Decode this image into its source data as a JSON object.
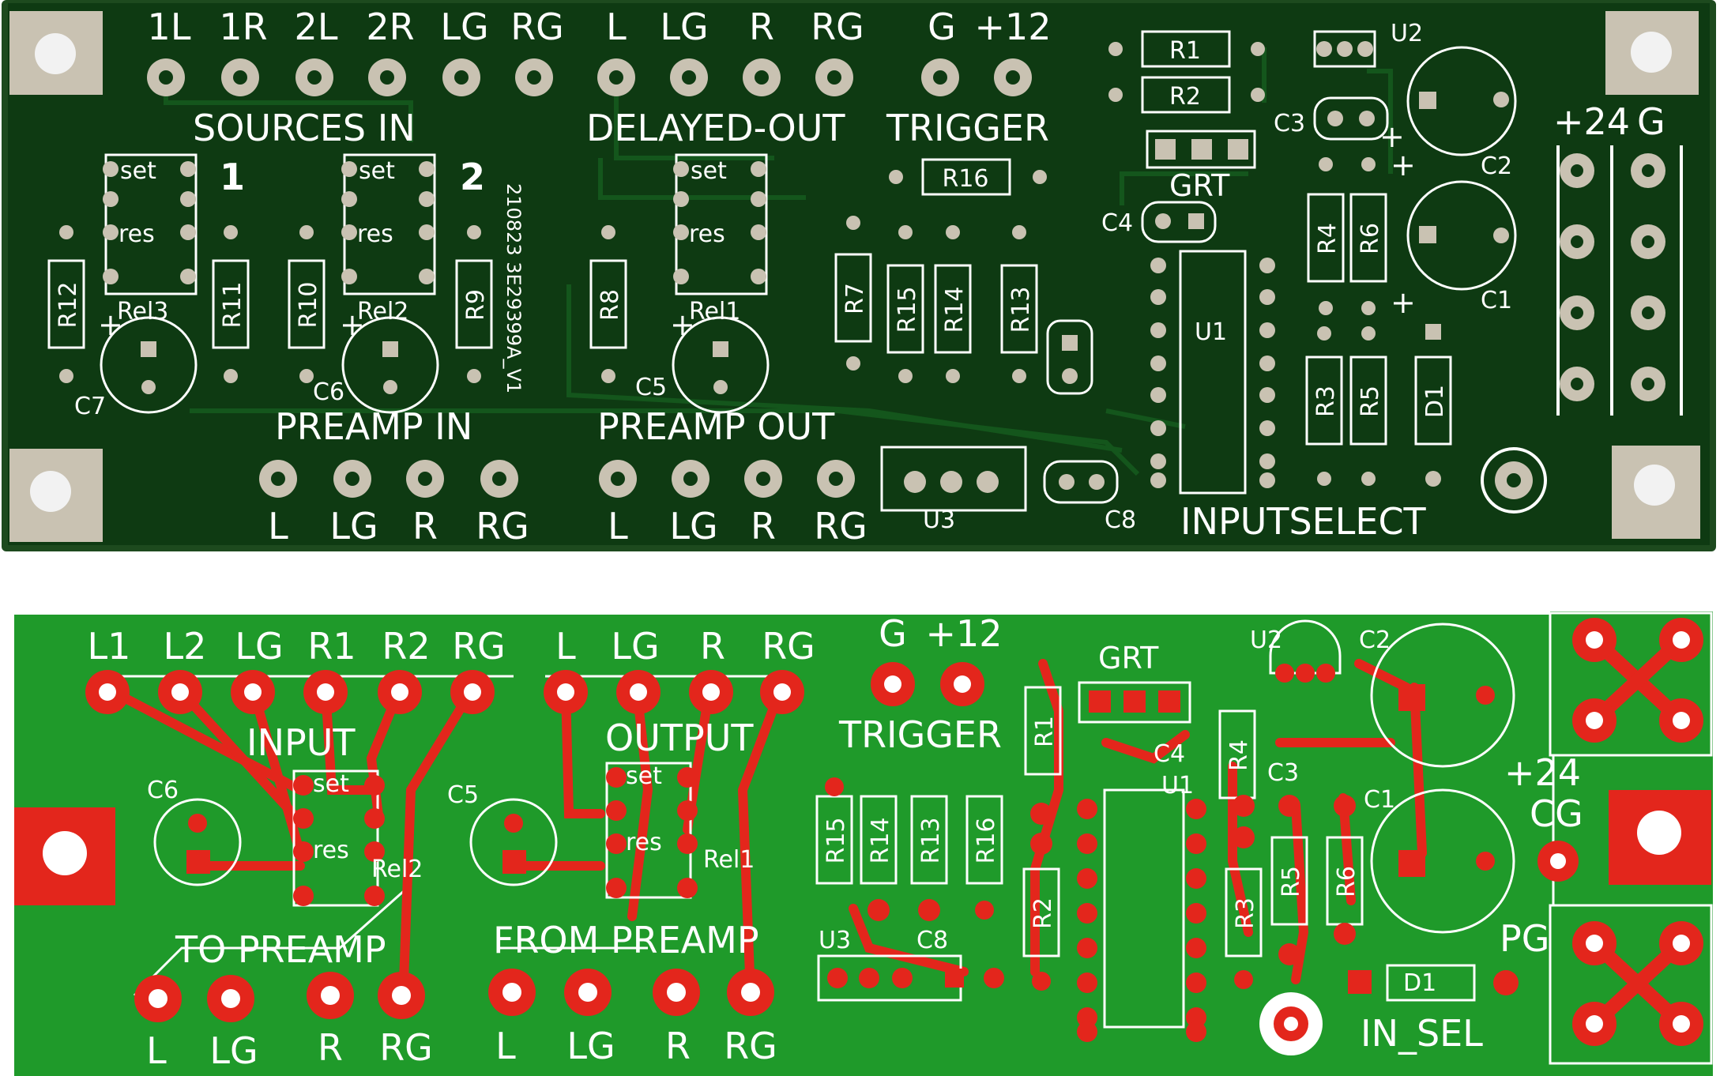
{
  "colors": {
    "board1_soldermask": "#0e3a12",
    "board1_edge": "#1d4a1e",
    "board1_pad": "#c9c2b2",
    "board2_soldermask": "#1f9a2a",
    "board2_pad": "#e3261c",
    "silkscreen": "#ffffff",
    "background": "#ffffff"
  },
  "board1": {
    "top_pin_labels": [
      "1L",
      "1R",
      "2L",
      "2R",
      "LG",
      "RG",
      "L",
      "LG",
      "R",
      "RG",
      "G",
      "+12"
    ],
    "section_sources_in": "SOURCES IN",
    "section_delayed_out": "DELAYED-OUT",
    "section_trigger": "TRIGGER",
    "section_preamp_in": "PREAMP IN",
    "section_preamp_out": "PREAMP OUT",
    "section_inputselect": "INPUTSELECT",
    "channel_1": "1",
    "channel_2": "2",
    "bottom_pin_labels_in": [
      "L",
      "LG",
      "R",
      "RG"
    ],
    "bottom_pin_labels_out": [
      "L",
      "LG",
      "R",
      "RG"
    ],
    "power_labels": [
      "+24",
      "G"
    ],
    "relay_set": "set",
    "relay_res": "res",
    "relays": [
      "Rel3",
      "Rel2",
      "Rel1"
    ],
    "resistors_vertical": [
      "R12",
      "R11",
      "R10",
      "R9",
      "R8",
      "R7",
      "R15",
      "R14",
      "R13",
      "R4",
      "R6",
      "R3",
      "R5"
    ],
    "resistors_horizontal": [
      "R1",
      "R2",
      "R16"
    ],
    "capacitors": [
      "C7",
      "C6",
      "C5",
      "C4",
      "C3",
      "C2",
      "C1",
      "C8"
    ],
    "ics": [
      "U1",
      "U2",
      "U3"
    ],
    "diode": "D1",
    "header_label": "GRT",
    "version_text": "210823 3E29399A_V1",
    "plus_marks": [
      "+",
      "+",
      "+",
      "+",
      "+",
      "+"
    ]
  },
  "board2": {
    "top_pin_labels": [
      "L1",
      "L2",
      "LG",
      "R1",
      "R2",
      "RG",
      "L",
      "LG",
      "R",
      "RG",
      "G",
      "+12"
    ],
    "section_input": "INPUT",
    "section_output": "OUTPUT",
    "section_trigger": "TRIGGER",
    "section_to_preamp": "TO PREAMP",
    "section_from_preamp": "FROM PREAMP",
    "section_in_sel": "IN_SEL",
    "bottom_pin_labels_to": [
      "L",
      "LG",
      "R",
      "RG"
    ],
    "bottom_pin_labels_from": [
      "L",
      "LG",
      "R",
      "RG"
    ],
    "relays": [
      "Rel2",
      "Rel1"
    ],
    "resistors": [
      "R15",
      "R14",
      "R13",
      "R16",
      "R1",
      "R2",
      "R3",
      "R4",
      "R5",
      "R6"
    ],
    "capacitors": [
      "C6",
      "C5",
      "C8",
      "C4",
      "C3",
      "C1",
      "C2"
    ],
    "ics": [
      "U1",
      "U2",
      "U3"
    ],
    "diode": "D1",
    "header_label": "GRT",
    "power_labels": [
      "+24",
      "CG",
      "PG"
    ],
    "relay_set": "set",
    "relay_res": "res"
  }
}
